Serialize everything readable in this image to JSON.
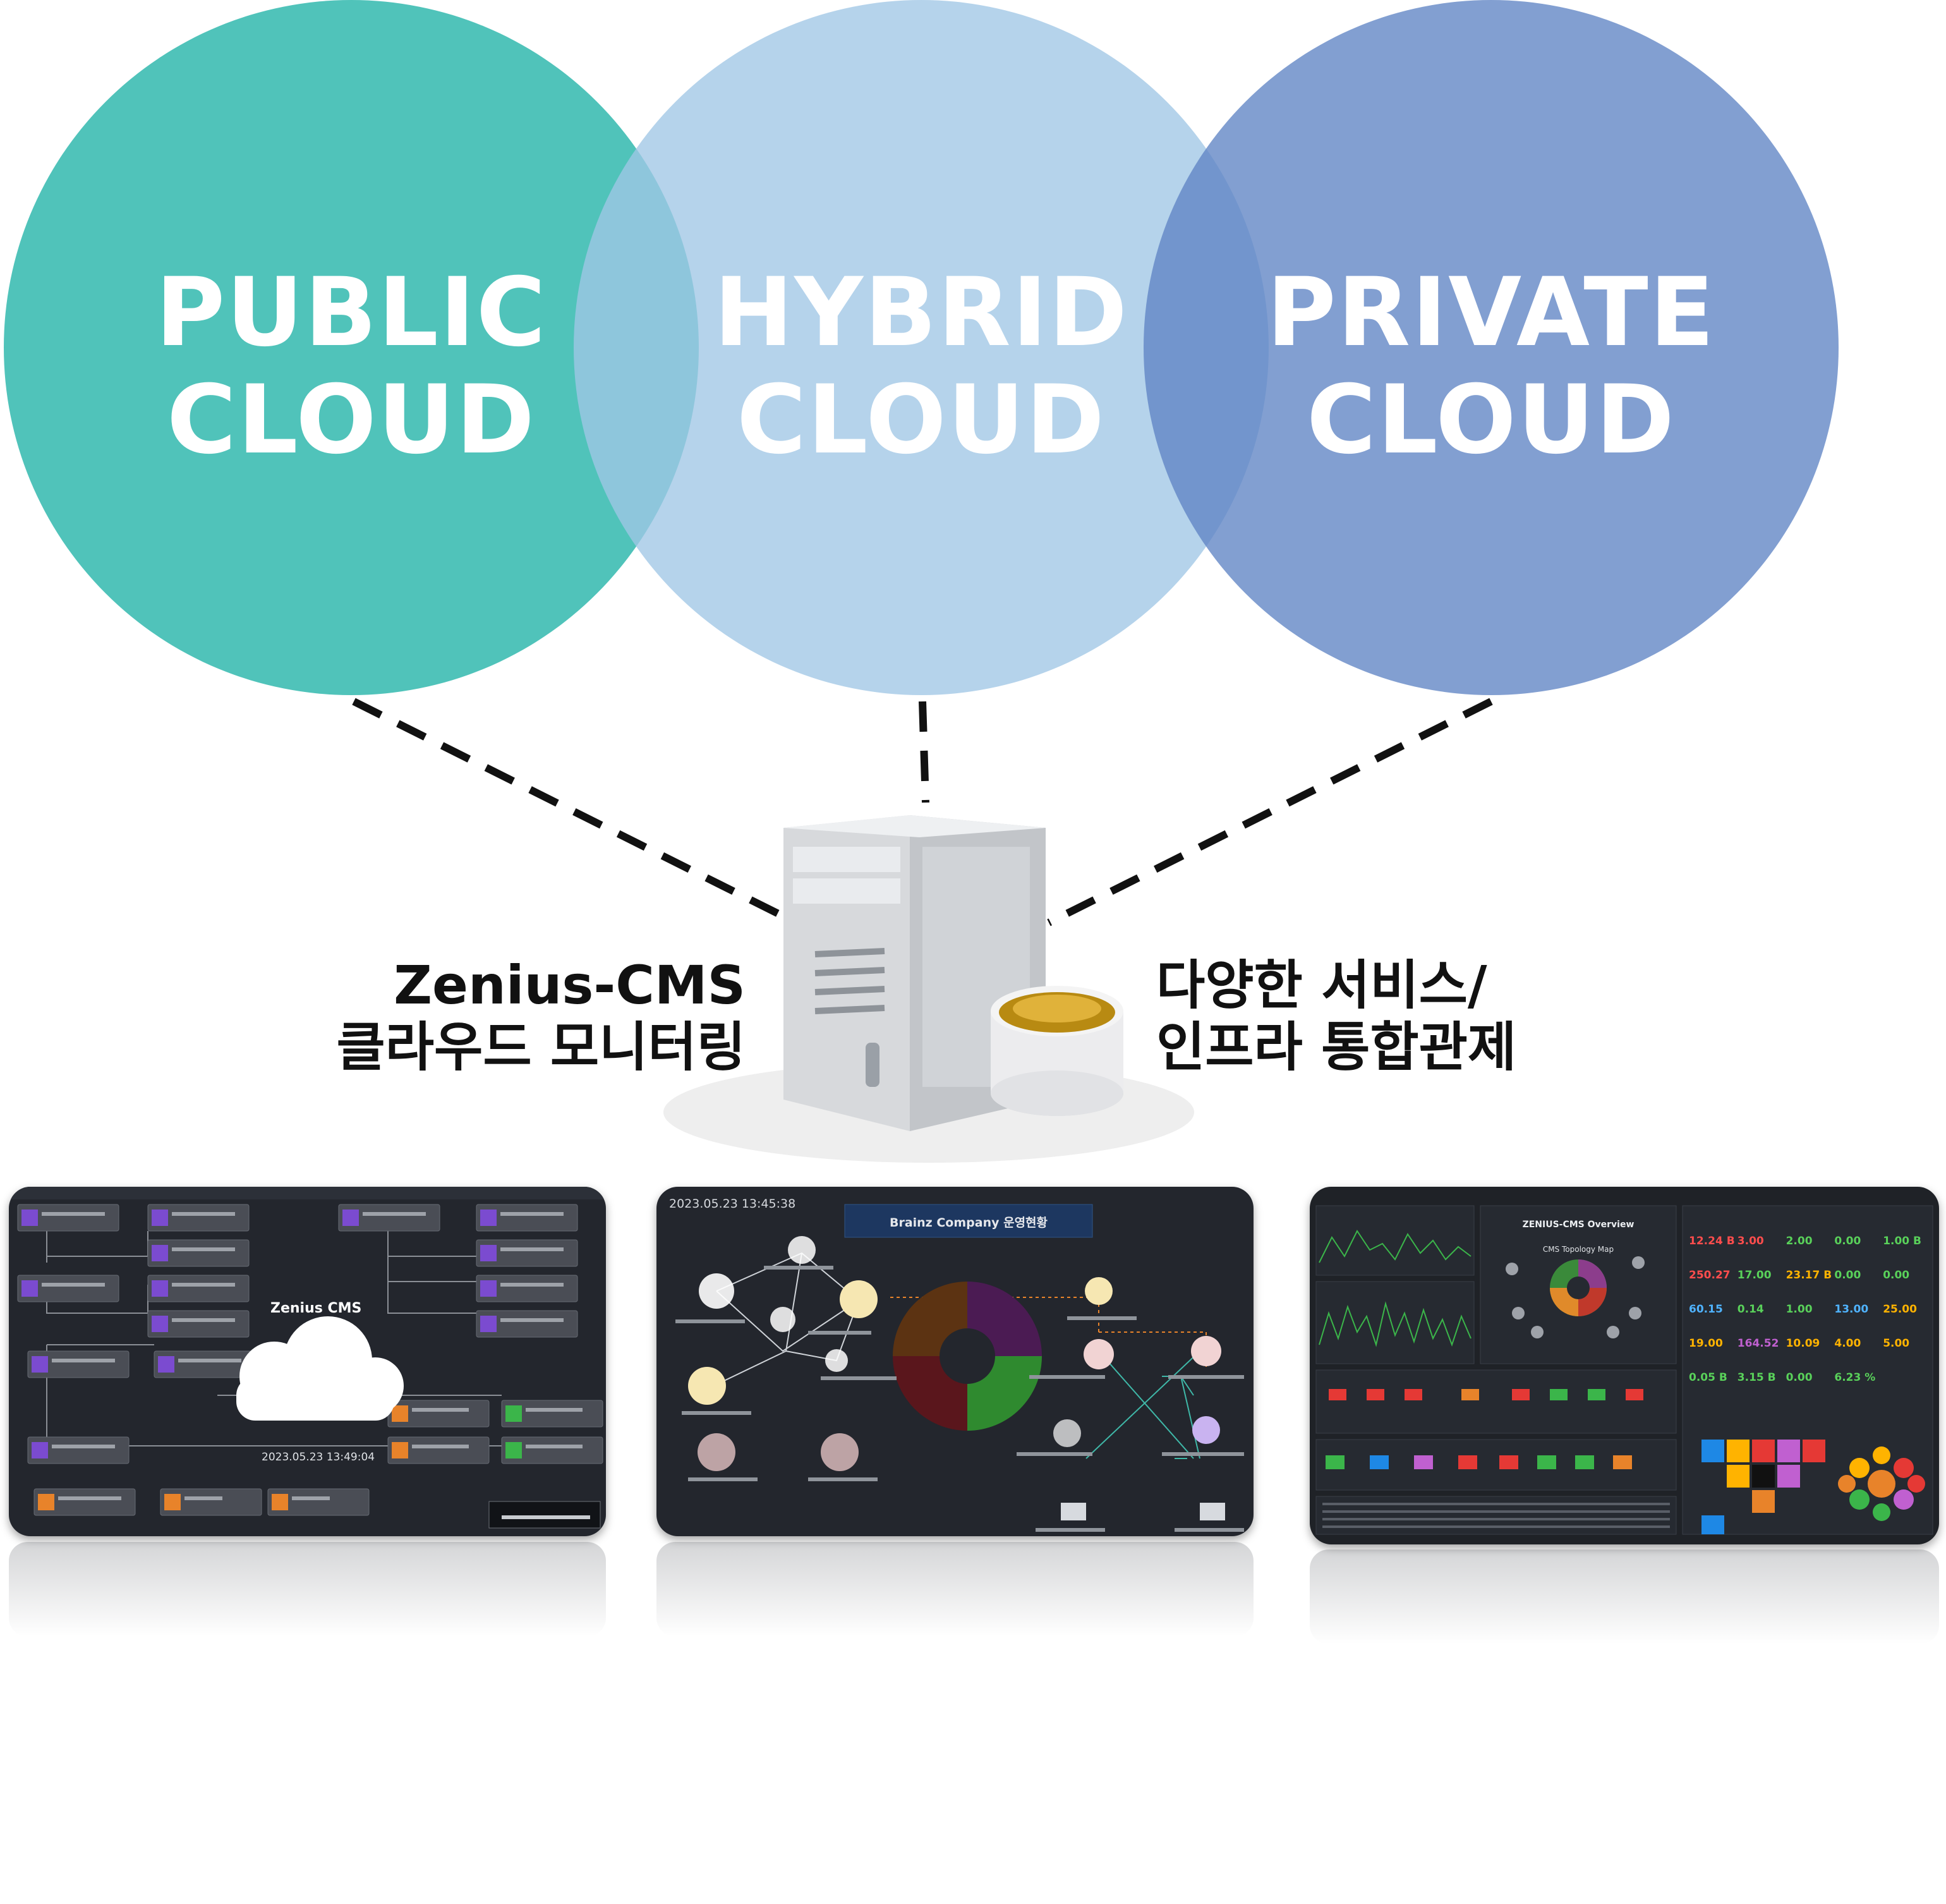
{
  "venn": {
    "public": {
      "line1": "PUBLIC",
      "line2": "CLOUD",
      "color": "#3dbdb3"
    },
    "hybrid": {
      "line1": "HYBRID",
      "line2": "CLOUD",
      "color": "#a9cbe7"
    },
    "private": {
      "line1": "PRIVATE",
      "line2": "CLOUD",
      "color": "#6f90c9"
    }
  },
  "server": {
    "left_caption": {
      "line1": "Zenius-CMS",
      "line2": "클라우드 모니터링"
    },
    "right_caption": {
      "line1": "다양한 서비스/",
      "line2": "인프라 통합관제"
    }
  },
  "screens": {
    "topology": {
      "title": "Zenius CMS",
      "timestamp": "2023.05.23 13:49:04"
    },
    "company": {
      "timestamp": "2023.05.23 13:45:38",
      "title": "Brainz Company 운영현황"
    },
    "overview": {
      "title": "ZENIUS-CMS Overview",
      "subtitle": "CMS Topology Map",
      "kpis": [
        "12.24 B",
        "3.00",
        "2.00",
        "0.00",
        "1.00 B",
        "250.27",
        "17.00",
        "23.17 B",
        "0.00",
        "0.00",
        "60.15",
        "0.14",
        "1.00",
        "13.00",
        "25.00",
        "19.00",
        "164.52",
        "10.09",
        "4.00",
        "5.00",
        "0.05 B",
        "3.15 B",
        "0.00",
        "6.23 %"
      ]
    }
  }
}
